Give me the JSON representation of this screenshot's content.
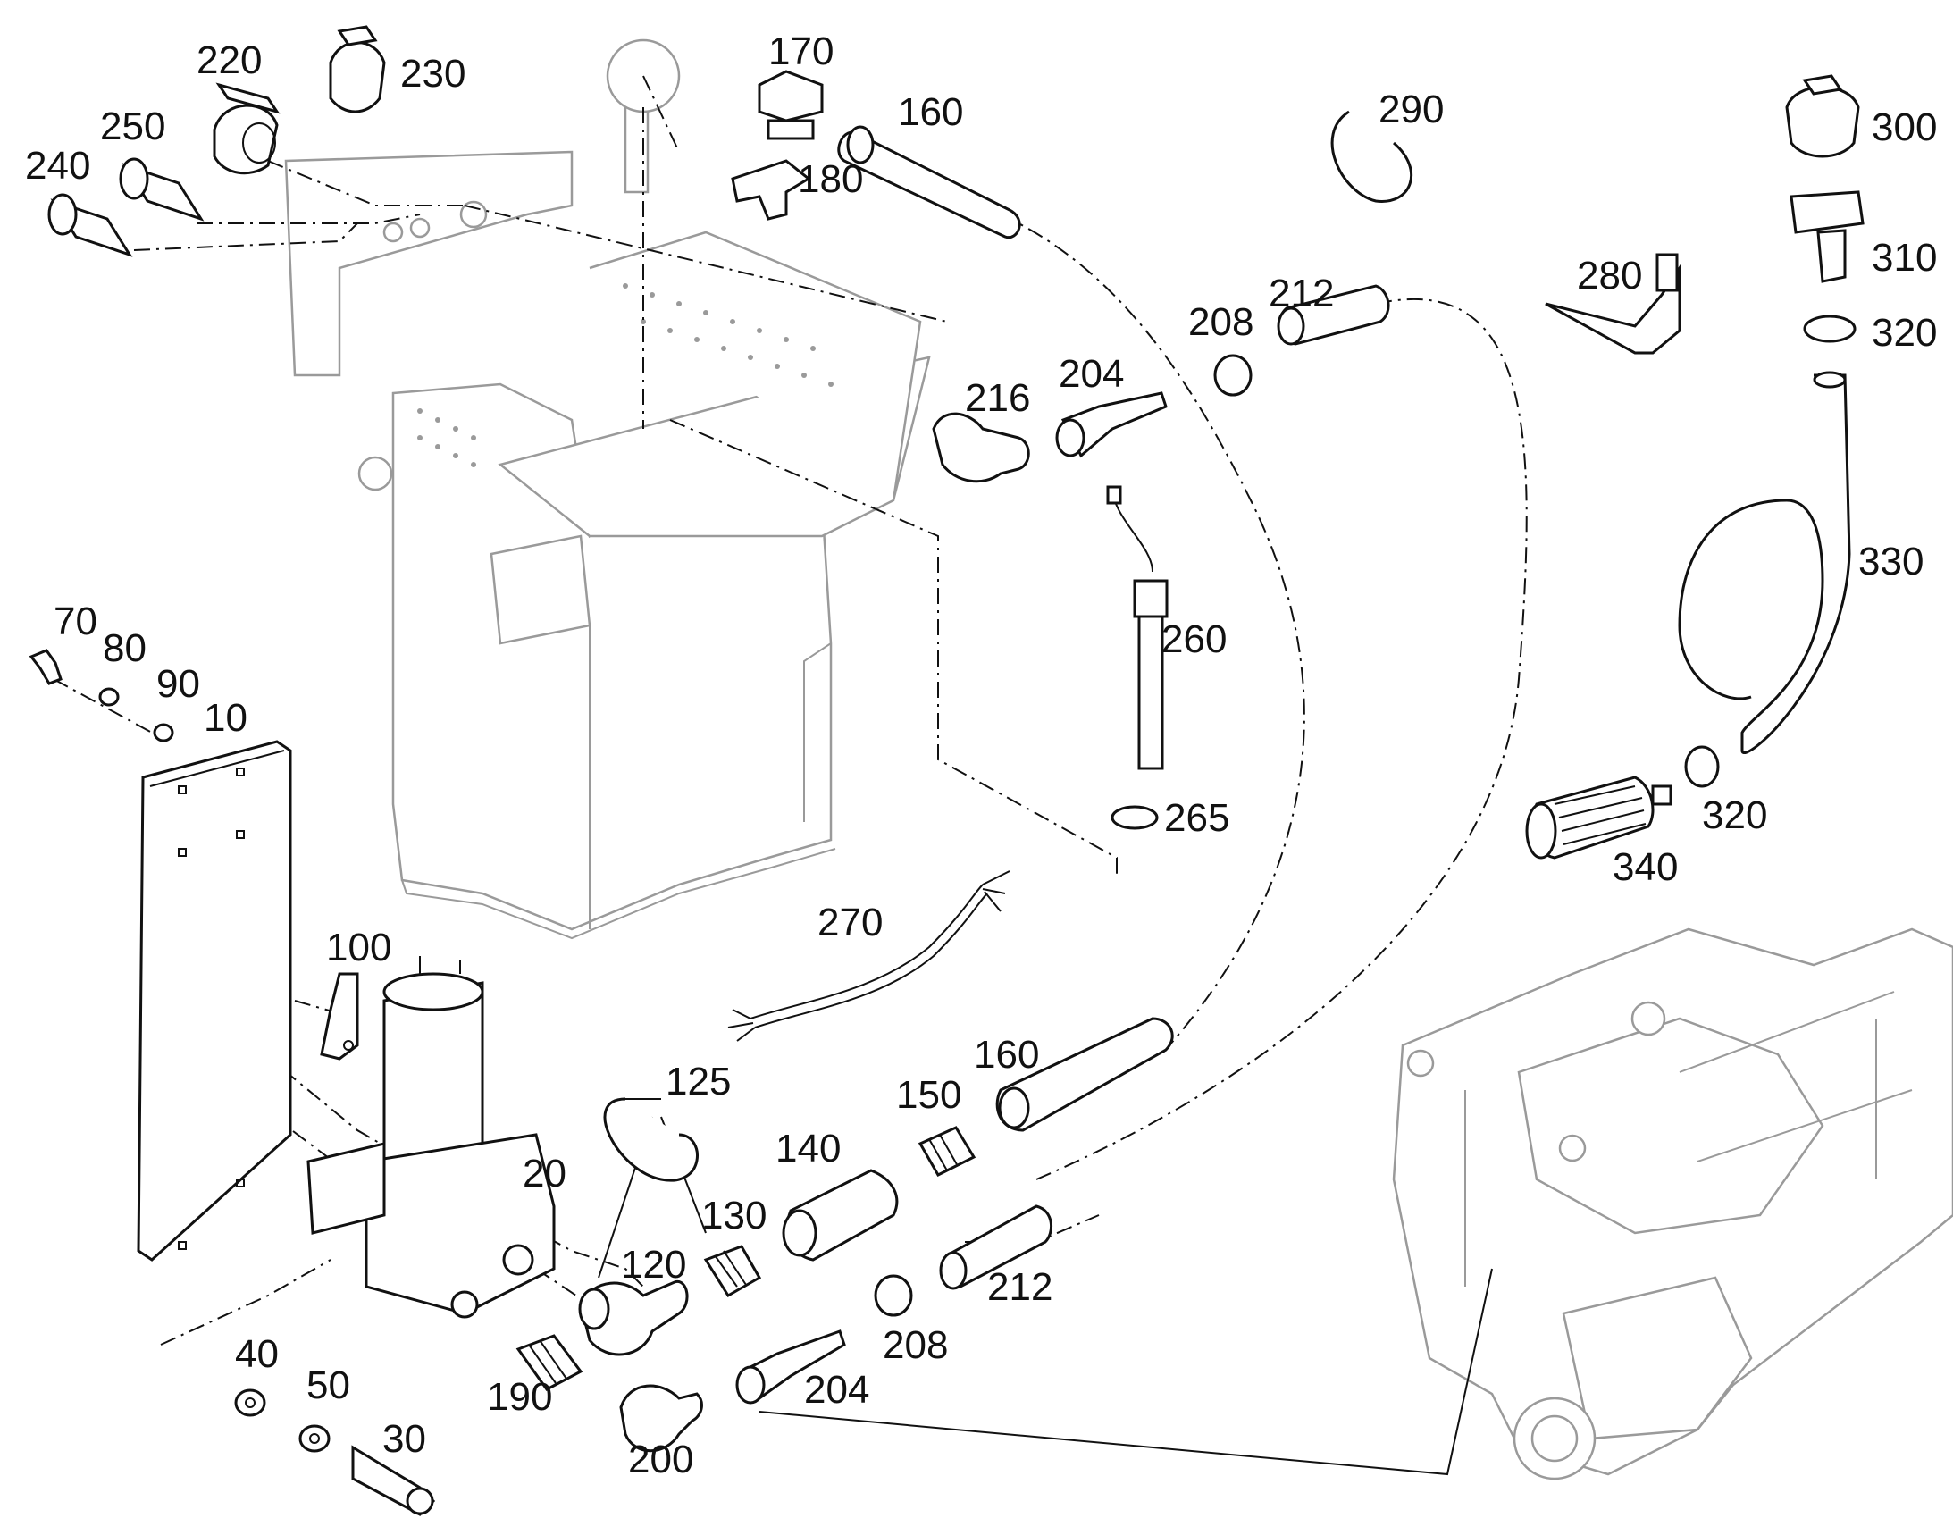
{
  "callouts": {
    "c10": "10",
    "c20": "20",
    "c30": "30",
    "c40": "40",
    "c50": "50",
    "c70": "70",
    "c80": "80",
    "c90": "90",
    "c100": "100",
    "c120": "120",
    "c125": "125",
    "c130": "130",
    "c140": "140",
    "c150": "150",
    "c160a": "160",
    "c160b": "160",
    "c170": "170",
    "c180": "180",
    "c190": "190",
    "c200": "200",
    "c204a": "204",
    "c204b": "204",
    "c208a": "208",
    "c208b": "208",
    "c212a": "212",
    "c212b": "212",
    "c216": "216",
    "c220": "220",
    "c230": "230",
    "c240": "240",
    "c250": "250",
    "c260": "260",
    "c265": "265",
    "c270": "270",
    "c280": "280",
    "c290": "290",
    "c300": "300",
    "c310": "310",
    "c320a": "320",
    "c320b": "320",
    "c330": "330",
    "c340": "340"
  },
  "icons": [
    "fuel-tank",
    "fuel-pump",
    "mounting-plate",
    "chassis-frame",
    "hose",
    "hose-clamp",
    "fitting",
    "filter",
    "cap",
    "sensor",
    "wire-harness"
  ]
}
